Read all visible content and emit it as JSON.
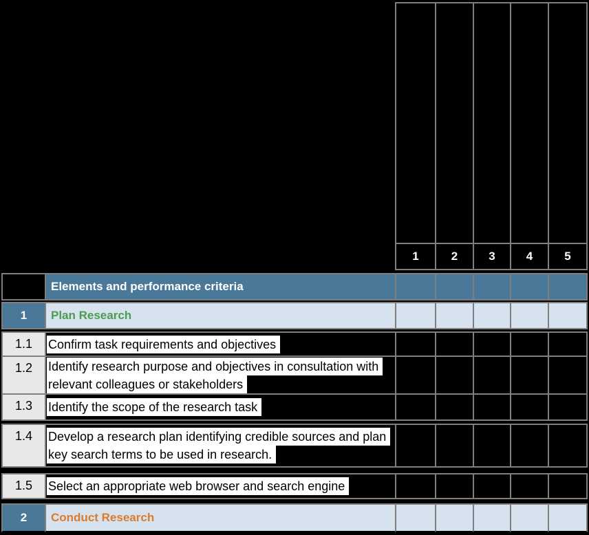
{
  "colors": {
    "page_black": "#000000",
    "steel_blue": "#4a7899",
    "light_blue": "#d6e3ee",
    "number_cell_gray": "#e8e8e8",
    "border_gray": "#7f7f7f",
    "section1_green": "#4e9b50",
    "section2_orange": "#dd7a2c",
    "highlight_white": "#ffffff"
  },
  "rating_header": {
    "columns": [
      "1",
      "2",
      "3",
      "4",
      "5"
    ]
  },
  "table": {
    "header_label": "Elements and performance criteria",
    "rows": [
      {
        "num": "1",
        "label": "Plan Research"
      },
      {
        "num": "1.1",
        "lines": [
          "Confirm task requirements and objectives"
        ]
      },
      {
        "num": "1.2",
        "lines": [
          "Identify research purpose and objectives in consultation with",
          "relevant colleagues or stakeholders"
        ]
      },
      {
        "num": "1.3",
        "lines": [
          "Identify the scope of the research task"
        ]
      },
      {
        "num": "1.4",
        "lines": [
          "Develop a research plan identifying credible sources and plan",
          "key search terms to be used in research."
        ]
      },
      {
        "num": "1.5",
        "lines": [
          "Select an appropriate web browser and search engine"
        ]
      },
      {
        "num": "2",
        "label": "Conduct Research"
      }
    ]
  }
}
